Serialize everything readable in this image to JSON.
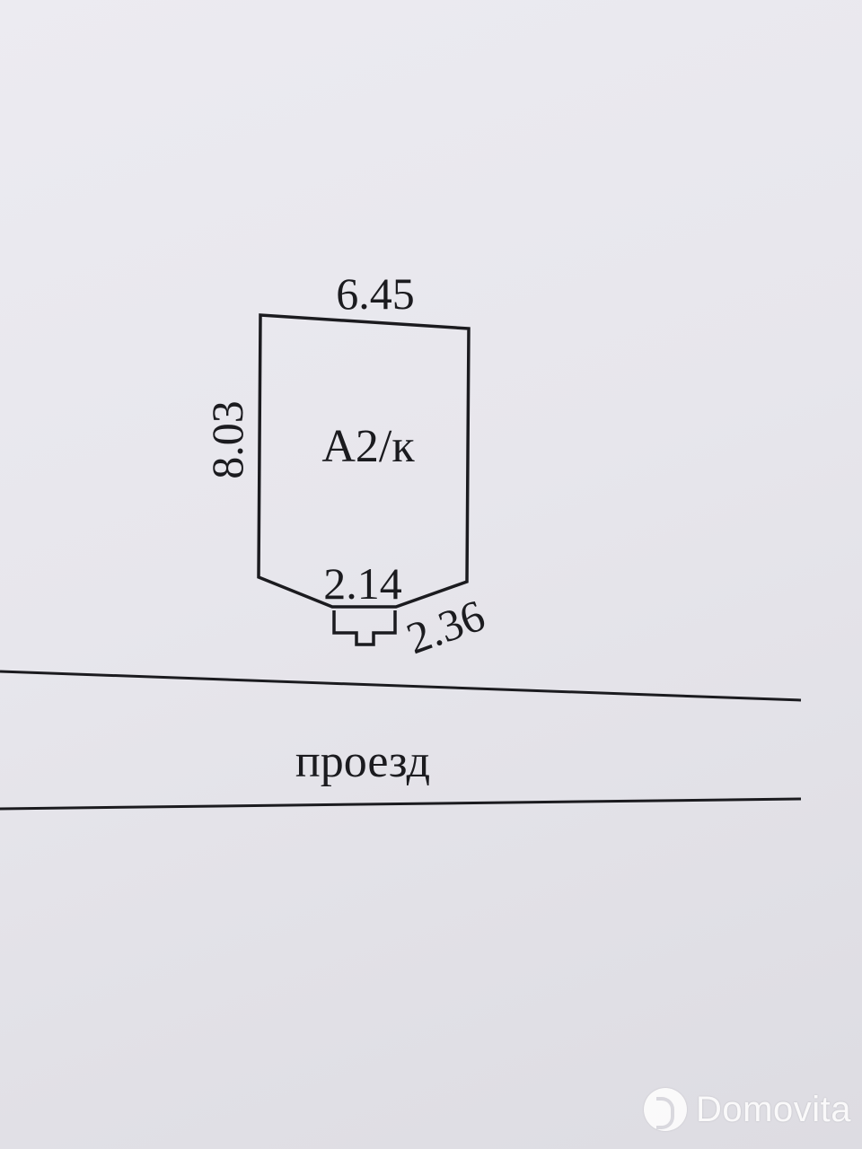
{
  "building": {
    "label": "А2/к",
    "dimensions": {
      "top": "6.45",
      "left": "8.03",
      "bottom": "2.14",
      "bottom_right": "2.36"
    }
  },
  "road": {
    "label": "проезд"
  },
  "watermark": {
    "text": "Domovita"
  }
}
